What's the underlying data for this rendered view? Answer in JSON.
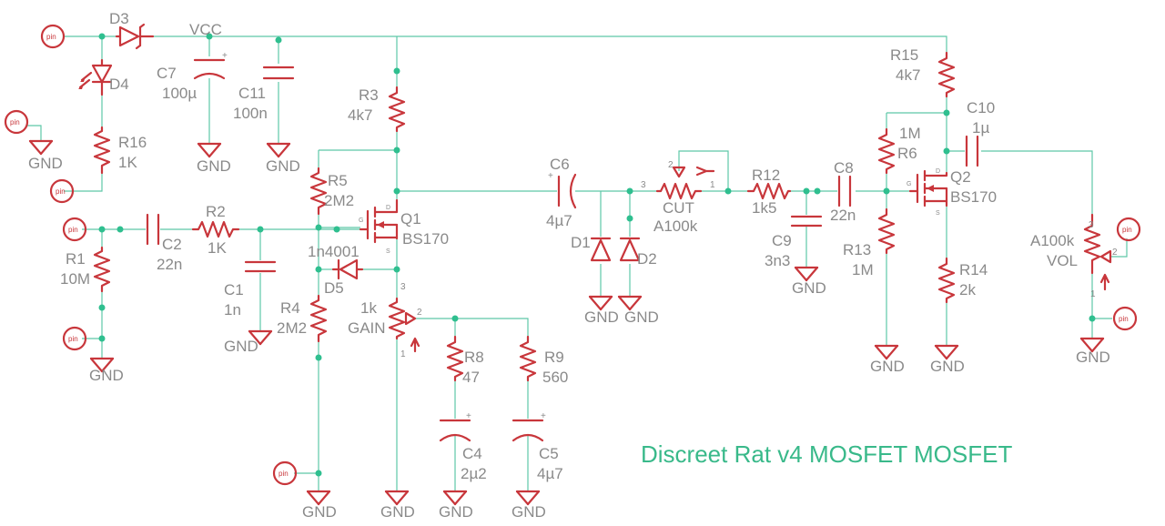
{
  "title": "Discreet Rat v4 MOSFET MOSFET",
  "colors": {
    "wire": "#5ec7a8",
    "part": "#c8363b",
    "label": "#8a8a8a",
    "title": "#39b98a"
  },
  "rail": "VCC",
  "ground": "GND",
  "pin_label": "pin",
  "components": {
    "D3": {
      "name": "D3"
    },
    "D4": {
      "name": "D4"
    },
    "D1": {
      "name": "D1"
    },
    "D2": {
      "name": "D2"
    },
    "D5": {
      "name": "D5",
      "value": "1n4001"
    },
    "C7": {
      "name": "C7",
      "value": "100µ"
    },
    "C11": {
      "name": "C11",
      "value": "100n"
    },
    "C2": {
      "name": "C2",
      "value": "22n"
    },
    "C1": {
      "name": "C1",
      "value": "1n"
    },
    "C6": {
      "name": "C6",
      "value": "4µ7"
    },
    "C8": {
      "name": "C8",
      "value": "22n"
    },
    "C9": {
      "name": "C9",
      "value": "3n3"
    },
    "C10": {
      "name": "C10",
      "value": "1µ"
    },
    "C4": {
      "name": "C4",
      "value": "2µ2"
    },
    "C5": {
      "name": "C5",
      "value": "4µ7"
    },
    "R16": {
      "name": "R16",
      "value": "1K"
    },
    "R1": {
      "name": "R1",
      "value": "10M"
    },
    "R2": {
      "name": "R2",
      "value": "1K"
    },
    "R3": {
      "name": "R3",
      "value": "4k7"
    },
    "R5": {
      "name": "R5",
      "value": "2M2"
    },
    "R4": {
      "name": "R4",
      "value": "2M2"
    },
    "R8": {
      "name": "R8",
      "value": "47"
    },
    "R9": {
      "name": "R9",
      "value": "560"
    },
    "R12": {
      "name": "R12",
      "value": "1k5"
    },
    "R13": {
      "name": "R13",
      "value": "1M"
    },
    "R6": {
      "name": "R6",
      "value": "1M"
    },
    "R15": {
      "name": "R15",
      "value": "4k7"
    },
    "R14": {
      "name": "R14",
      "value": "2k"
    },
    "Q1": {
      "name": "Q1",
      "value": "BS170"
    },
    "Q2": {
      "name": "Q2",
      "value": "BS170"
    },
    "GAIN": {
      "name": "GAIN",
      "value": "1k"
    },
    "CUT": {
      "name": "CUT",
      "value": "A100k"
    },
    "VOL": {
      "name": "VOL",
      "value": "A100k"
    }
  },
  "pin_numbers": {
    "p1": "1",
    "p2": "2",
    "p3": "3"
  },
  "mosfet_pins": {
    "g": "G",
    "d": "D",
    "s": "S"
  }
}
